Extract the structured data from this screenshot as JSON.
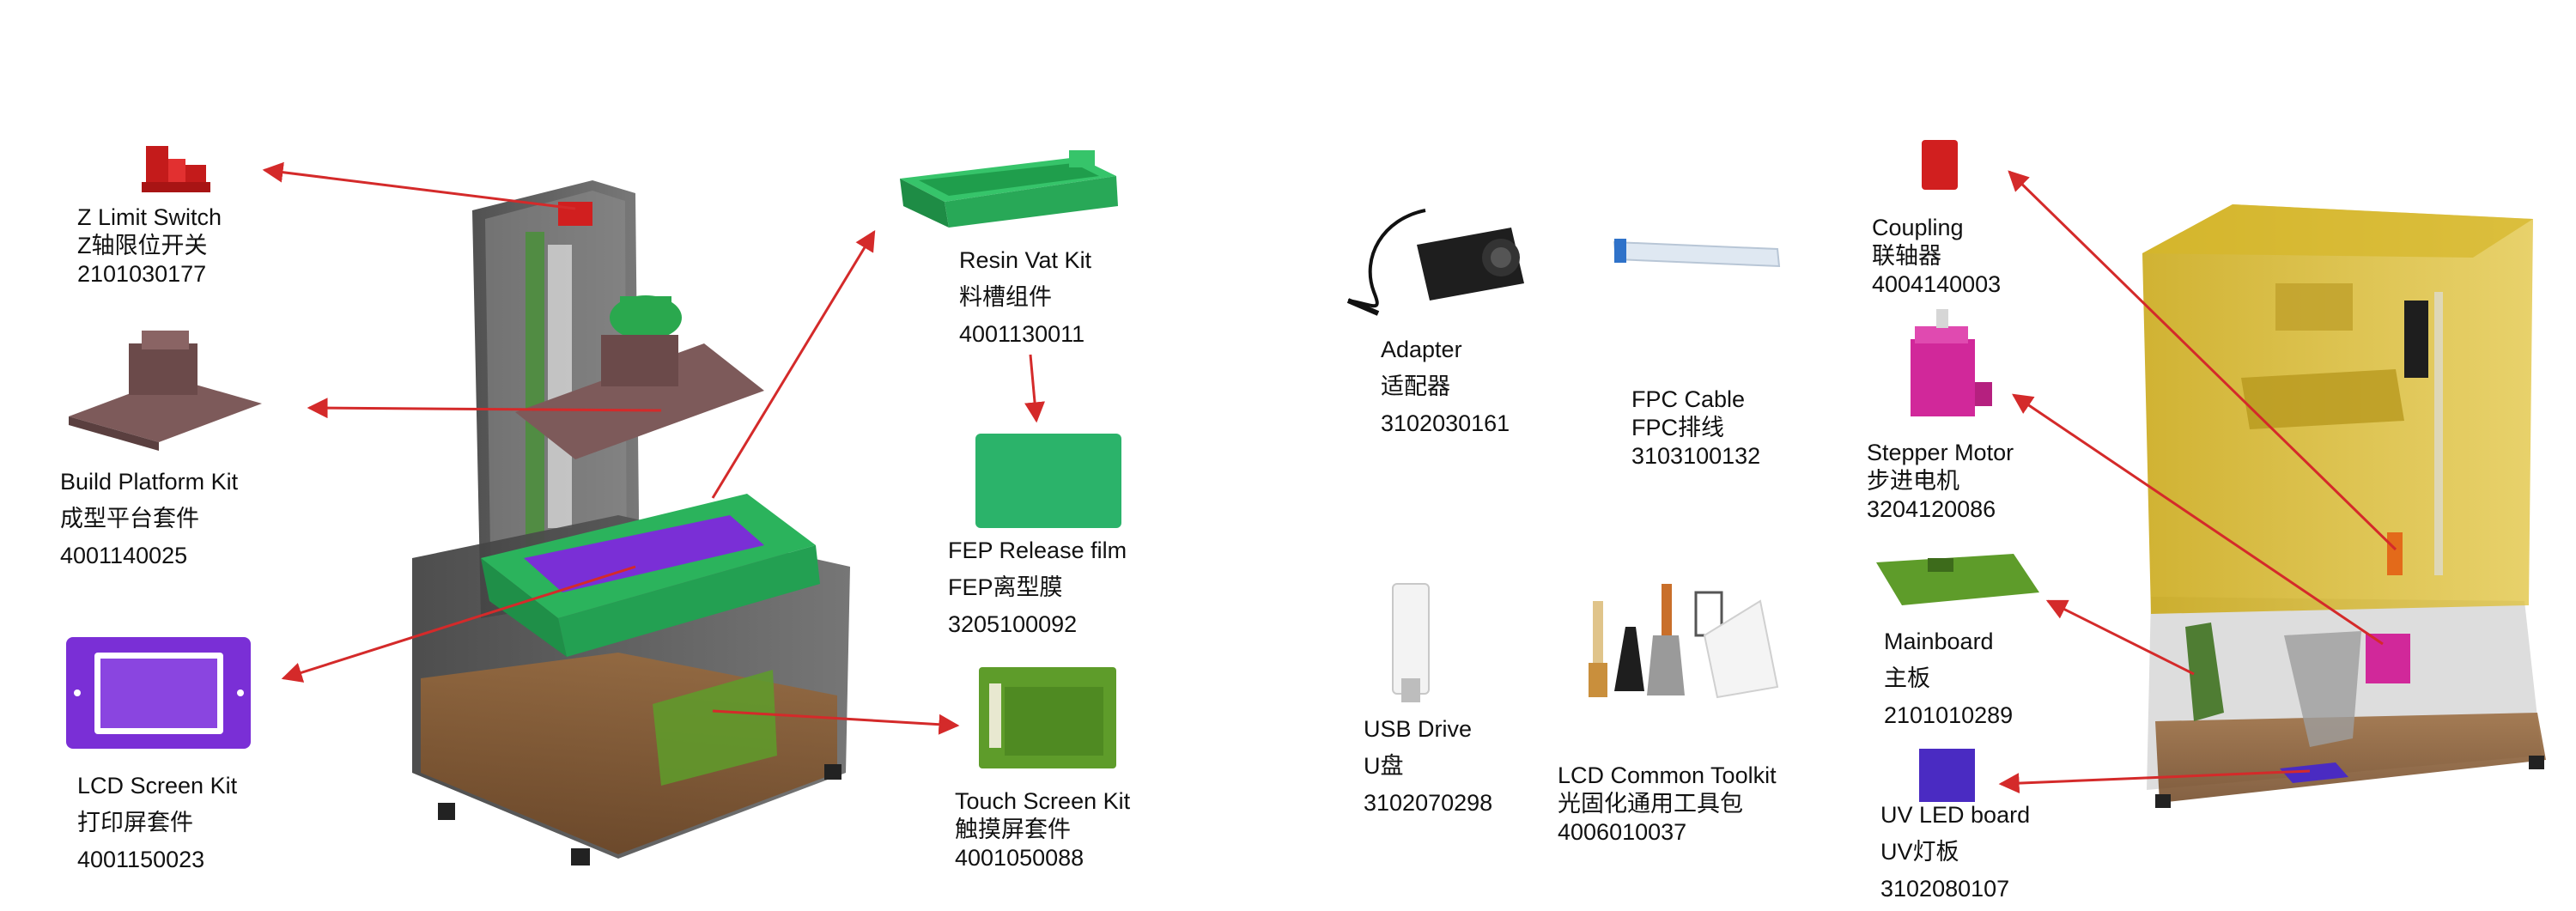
{
  "parts": [
    {
      "id": "z-limit-switch",
      "name": "Z Limit Switch",
      "name_cn": "Z轴限位开关",
      "code": "2101030177"
    },
    {
      "id": "build-platform-kit",
      "name": "Build Platform Kit",
      "name_cn": "成型平台套件",
      "code": "4001140025"
    },
    {
      "id": "lcd-screen-kit",
      "name": "LCD Screen Kit",
      "name_cn": "打印屏套件",
      "code": "4001150023"
    },
    {
      "id": "resin-vat-kit",
      "name": "Resin Vat Kit",
      "name_cn": "料槽组件",
      "code": "4001130011"
    },
    {
      "id": "fep-release-film",
      "name": "FEP Release film",
      "name_cn": "FEP离型膜",
      "code": "3205100092"
    },
    {
      "id": "touch-screen-kit",
      "name": "Touch Screen Kit",
      "name_cn": "触摸屏套件",
      "code": "4001050088"
    },
    {
      "id": "adapter",
      "name": "Adapter",
      "name_cn": "适配器",
      "code": "3102030161"
    },
    {
      "id": "fpc-cable",
      "name": "FPC Cable",
      "name_cn": "FPC排线",
      "code": "3103100132"
    },
    {
      "id": "usb-drive",
      "name": "USB Drive",
      "name_cn": "U盘",
      "code": "3102070298"
    },
    {
      "id": "lcd-common-toolkit",
      "name": "LCD Common Toolkit",
      "name_cn": "光固化通用工具包",
      "code": "4006010037"
    },
    {
      "id": "coupling",
      "name": "Coupling",
      "name_cn": "联轴器",
      "code": "4004140003"
    },
    {
      "id": "stepper-motor",
      "name": "Stepper Motor",
      "name_cn": "步进电机",
      "code": "3204120086"
    },
    {
      "id": "mainboard",
      "name": "Mainboard",
      "name_cn": "主板",
      "code": "2101010289"
    },
    {
      "id": "uv-led-board",
      "name": "UV LED board",
      "name_cn": "UV灯板",
      "code": "3102080107"
    }
  ],
  "colors": {
    "arrow": "#d42a2a",
    "red_part": "#d11f1f",
    "green_part": "#2bb35c",
    "purple_screen": "#7a2fd6",
    "pcb_green": "#5e9c2a",
    "platform_brown": "#7d5a5a",
    "printer_gray": "#5b5b5b",
    "printer_brown": "#8a5a32",
    "yellow_cover": "#c9a812",
    "magenta_motor": "#d1289a",
    "uv_purple": "#4a2bc2"
  }
}
